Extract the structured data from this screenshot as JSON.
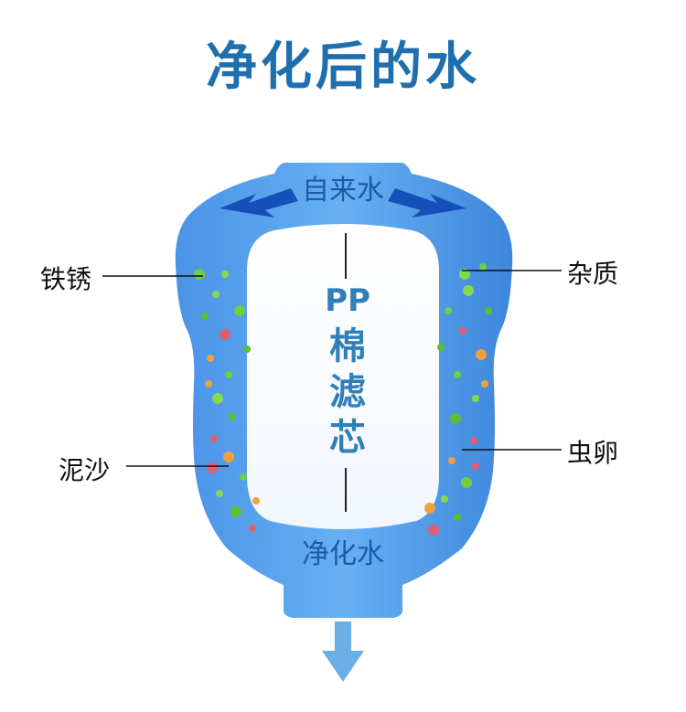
{
  "title": "净化后的水",
  "inflow_label": "自来水",
  "outflow_label": "净化水",
  "filter_label": [
    "PP",
    "棉",
    "滤",
    "芯"
  ],
  "callouts": {
    "rust": "铁锈",
    "sediment": "泥沙",
    "impurities": "杂质",
    "eggs": "虫卵"
  },
  "colors": {
    "title": "#1f6fae",
    "housing": "#3a86e0",
    "arrow": "#1450b8",
    "particles": "#6fcf3f"
  }
}
